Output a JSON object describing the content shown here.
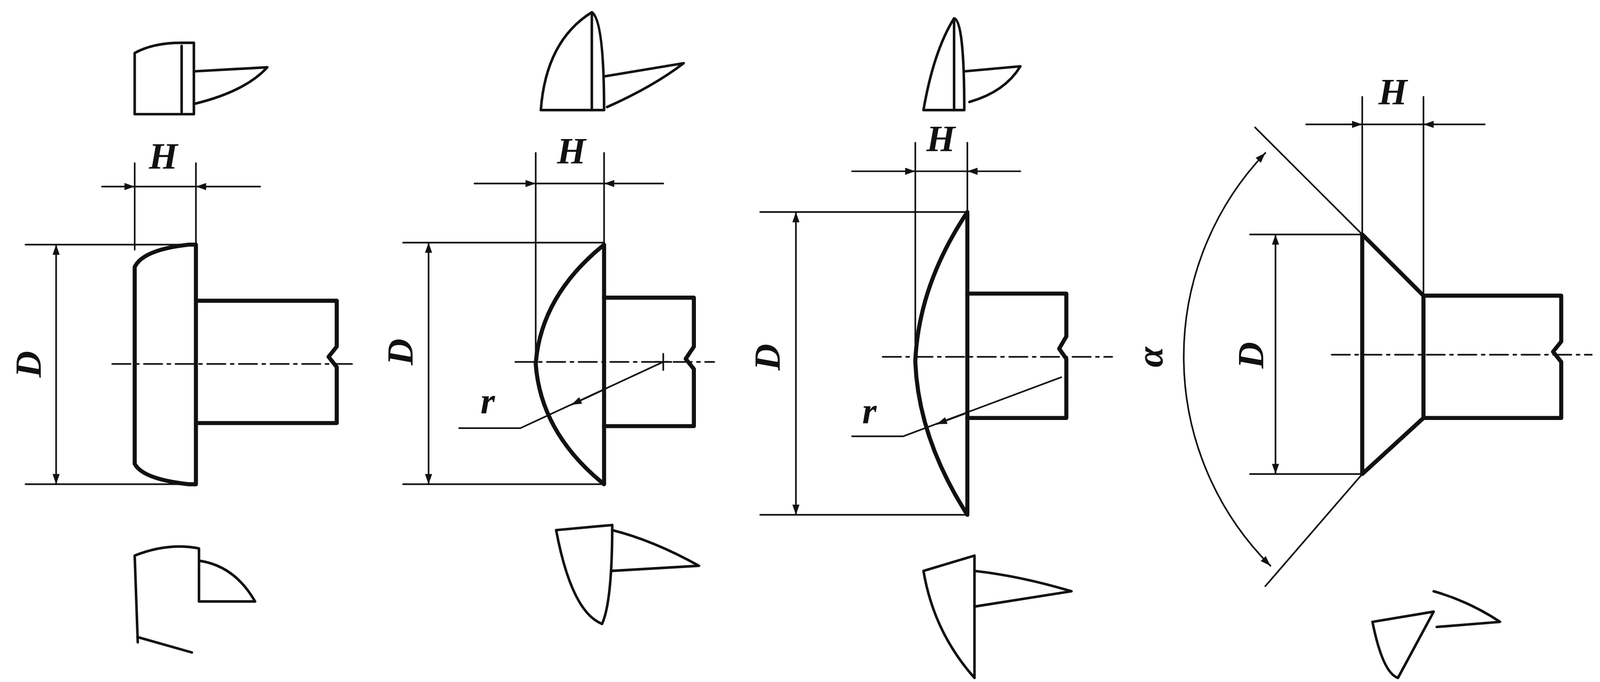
{
  "diagram": {
    "labels": [
      "H",
      "D",
      "H",
      "D",
      "r",
      "H",
      "D",
      "r",
      "H",
      "D",
      "α"
    ]
  }
}
